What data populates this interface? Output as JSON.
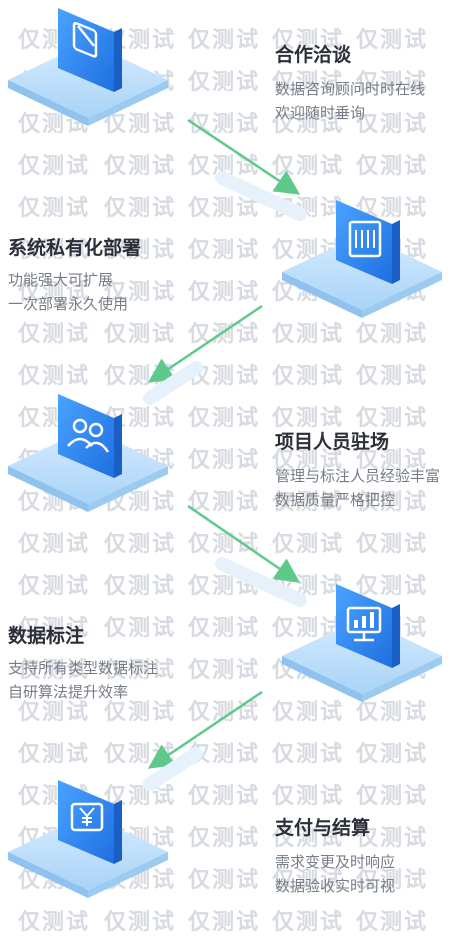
{
  "steps": [
    {
      "title": "合作洽谈",
      "desc": [
        "数据咨询顾问时时在线",
        "欢迎随时垂询"
      ],
      "icon": "broom-clean-icon"
    },
    {
      "title": "系统私有化部署",
      "desc": [
        "功能强大可扩展",
        "一次部署永久使用"
      ],
      "icon": "barcode-server-icon"
    },
    {
      "title": "项目人员驻场",
      "desc": [
        "管理与标注人员经验丰富",
        "数据质量严格把控"
      ],
      "icon": "people-team-icon"
    },
    {
      "title": "数据标注",
      "desc": [
        "支持所有类型数据标注",
        "自研算法提升效率"
      ],
      "icon": "monitor-chart-icon"
    },
    {
      "title": "支付与结算",
      "desc": [
        "需求变更及时响应",
        "数据验收实时可视"
      ],
      "icon": "yen-wallet-icon"
    }
  ],
  "watermark_text": "仅测试",
  "colors": {
    "tile": "#2f86f0",
    "platform": "#bfe0fb",
    "arrow": "#5fc98c"
  }
}
